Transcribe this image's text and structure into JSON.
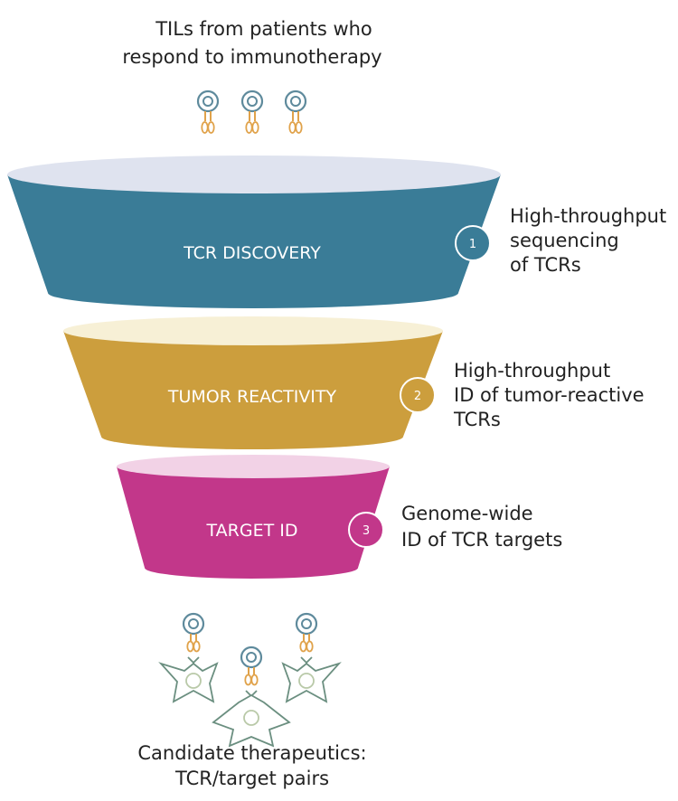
{
  "top_caption": [
    "TILs from patients who",
    "respond to immunotherapy"
  ],
  "stages": [
    {
      "number": "1",
      "label": "TCR DISCOVERY",
      "description": [
        "High-throughput",
        "sequencing",
        "of TCRs"
      ],
      "color": "#3a7c97",
      "rim_color": "#dfe3ef"
    },
    {
      "number": "2",
      "label": "TUMOR REACTIVITY",
      "description": [
        "High-throughput",
        "ID of tumor-reactive",
        "TCRs"
      ],
      "color": "#cc9e3d",
      "rim_color": "#f7f0d6"
    },
    {
      "number": "3",
      "label": "TARGET ID",
      "description": [
        "Genome-wide",
        "ID of TCR targets"
      ],
      "color": "#c2378a",
      "rim_color": "#f2d2e6"
    }
  ],
  "bottom_caption": [
    "Candidate therapeutics:",
    "TCR/target pairs"
  ],
  "icon_colors": {
    "cell_ring": "#5e8a9c",
    "receptor": "#e0a24a",
    "target_cell": "#6b8f80",
    "target_nucleus": "#b9c9a8"
  }
}
